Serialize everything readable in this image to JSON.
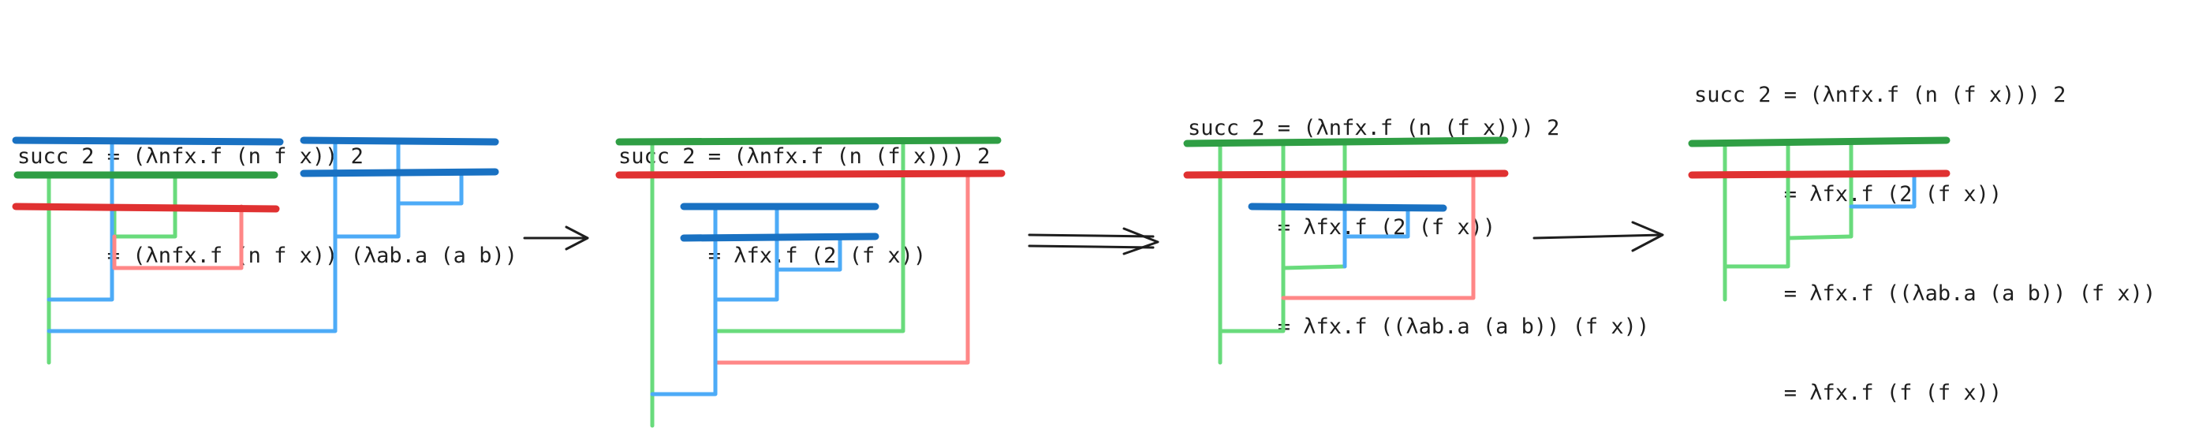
{
  "colors": {
    "green_bar": "#2f9e44",
    "green_wire": "#69db7c",
    "blue_bar": "#1971c2",
    "blue_wire": "#4dabf7",
    "red_bar": "#e03131",
    "red_wire": "#ff8787",
    "text": "#1e1e1e"
  },
  "panels": [
    {
      "lines": [
        "succ 2 = (λnfx.f (n f x)) 2",
        "       = (λnfx.f (n f x)) (λab.a (a b))"
      ]
    },
    {
      "lines": [
        "succ 2 = (λnfx.f (n (f x))) 2",
        "       = λfx.f (2 (f x))"
      ]
    },
    {
      "lines": [
        "succ 2 = (λnfx.f (n (f x))) 2",
        "       = λfx.f (2 (f x))",
        "       = λfx.f ((λab.a (a b)) (f x))"
      ]
    },
    {
      "lines": [
        "succ 2 = (λnfx.f (n (f x))) 2",
        "       = λfx.f (2 (f x))",
        "       = λfx.f ((λab.a (a b)) (f x))",
        "       = λfx.f (f (f x))"
      ]
    }
  ],
  "arrows": [
    {
      "style": "single",
      "icon": "arrow-right-icon"
    },
    {
      "style": "double",
      "icon": "double-arrow-right-icon"
    },
    {
      "style": "single",
      "icon": "arrow-right-icon"
    }
  ]
}
